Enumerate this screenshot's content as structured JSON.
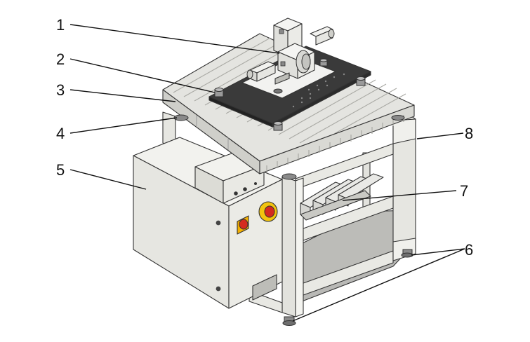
{
  "figure": {
    "labels": [
      {
        "id": "1",
        "text": "1"
      },
      {
        "id": "2",
        "text": "2"
      },
      {
        "id": "3",
        "text": "3"
      },
      {
        "id": "4",
        "text": "4"
      },
      {
        "id": "5",
        "text": "5"
      },
      {
        "id": "6",
        "text": "6"
      },
      {
        "id": "7",
        "text": "7"
      },
      {
        "id": "8",
        "text": "8"
      }
    ],
    "colors": {
      "frame": "#f0f0ec",
      "frame_shade": "#d9d9d4",
      "table_top": "#e4e4e0",
      "table_slot": "#b9b9b4",
      "plate": "#3a3a3a",
      "inner_plate": "#f2f2f0",
      "cabinet": "#ebebe6",
      "cabinet_side": "#d8d8d2",
      "floor_panel": "#b9b9b6",
      "button_red": "#d42a1f",
      "button_yellow": "#f2c40f",
      "foot": "#8a8a8a"
    }
  }
}
